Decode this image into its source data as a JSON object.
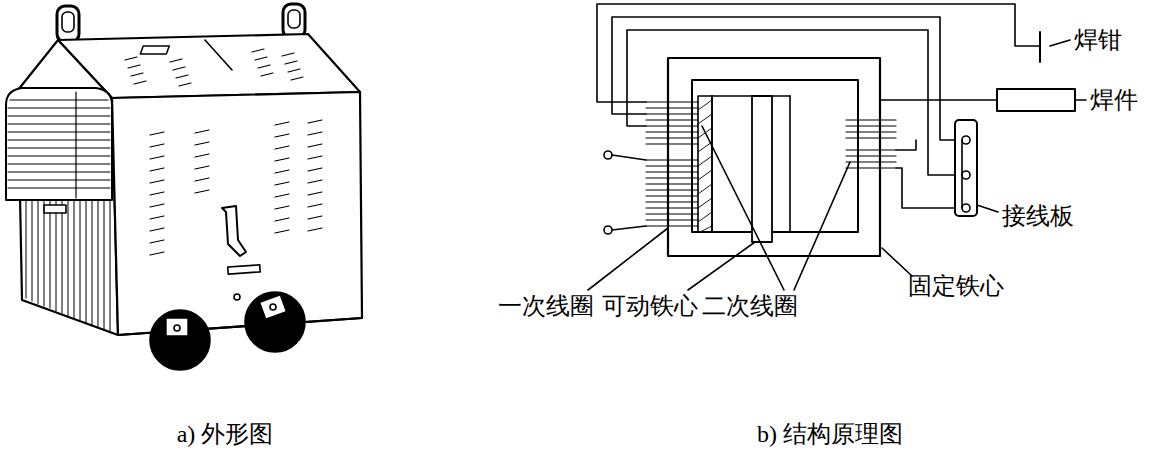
{
  "diagram": {
    "labels": [
      "焊钳",
      "焊件",
      "接线板",
      "一次线圈",
      "可动铁心",
      "二次线圈",
      "固定铁心",
      "a) 外形图",
      "b) 结构原理图"
    ]
  }
}
